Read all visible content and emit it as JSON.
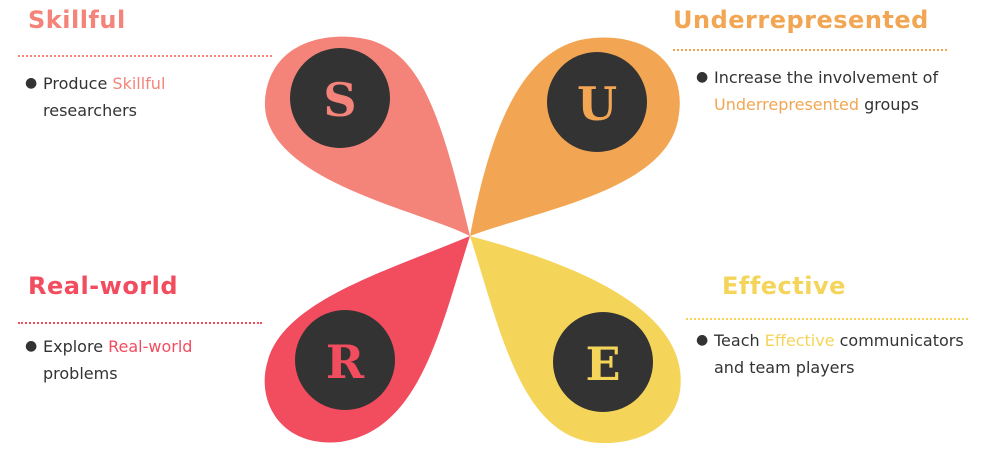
{
  "colors": {
    "skillful": "#f4847a",
    "underrepresented": "#f2a653",
    "realworld": "#f24c5f",
    "effective": "#f4d55a",
    "circle": "#333333",
    "text": "#333333"
  },
  "petals": {
    "s": {
      "letter": "S"
    },
    "u": {
      "letter": "U"
    },
    "r": {
      "letter": "R"
    },
    "e": {
      "letter": "E"
    }
  },
  "sections": {
    "skillful": {
      "heading": "Skillful",
      "before": "Produce ",
      "highlight": "Skillful",
      "after_line1": "",
      "line2": "researchers"
    },
    "underrepresented": {
      "heading": "Underrepresented",
      "line1": "Increase the involvement of",
      "highlight": "Underrepresented",
      "after": " groups"
    },
    "realworld": {
      "heading": "Real-world",
      "before": "Explore ",
      "highlight": "Real-world",
      "line2": "problems"
    },
    "effective": {
      "heading": "Effective",
      "before": "Teach ",
      "highlight": "Effective",
      "after": " communicators",
      "line2": "and team players"
    }
  }
}
